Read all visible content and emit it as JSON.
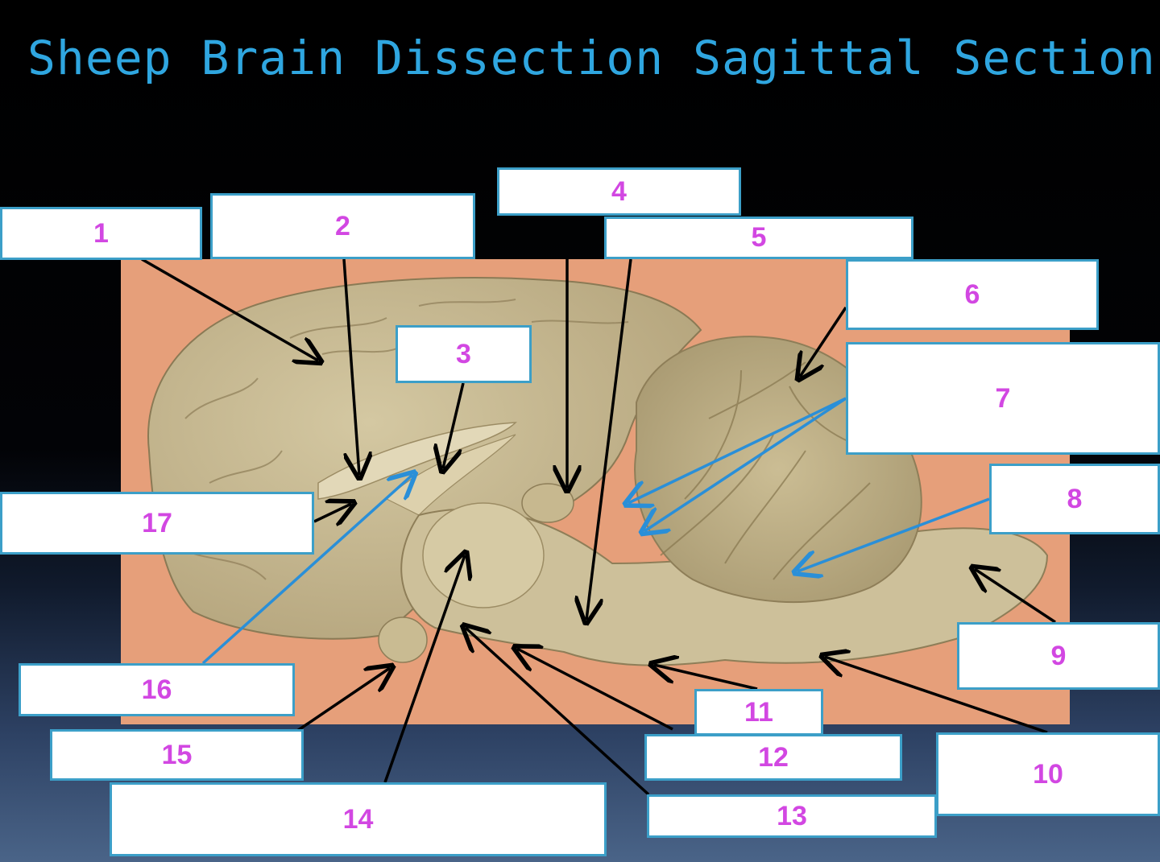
{
  "slide": {
    "title": "Sheep Brain Dissection Sagittal Section"
  },
  "colors": {
    "title": "#2fa6e0",
    "label_text": "#d247e2",
    "box_border": "#3c9fc8",
    "black_arrow": "#000000",
    "blue_arrow": "#2a8fd8",
    "backdrop": "#e69f7a",
    "tissue": "#c6b88f"
  },
  "labels": [
    {
      "id": "1",
      "text": "1"
    },
    {
      "id": "2",
      "text": "2"
    },
    {
      "id": "3",
      "text": "3"
    },
    {
      "id": "4",
      "text": "4"
    },
    {
      "id": "5",
      "text": "5"
    },
    {
      "id": "6",
      "text": "6"
    },
    {
      "id": "7",
      "text": "7"
    },
    {
      "id": "8",
      "text": "8"
    },
    {
      "id": "9",
      "text": "9"
    },
    {
      "id": "10",
      "text": "10"
    },
    {
      "id": "11",
      "text": "11"
    },
    {
      "id": "12",
      "text": "12"
    },
    {
      "id": "13",
      "text": "13"
    },
    {
      "id": "14",
      "text": "14"
    },
    {
      "id": "15",
      "text": "15"
    },
    {
      "id": "16",
      "text": "16"
    },
    {
      "id": "17",
      "text": "17"
    }
  ]
}
